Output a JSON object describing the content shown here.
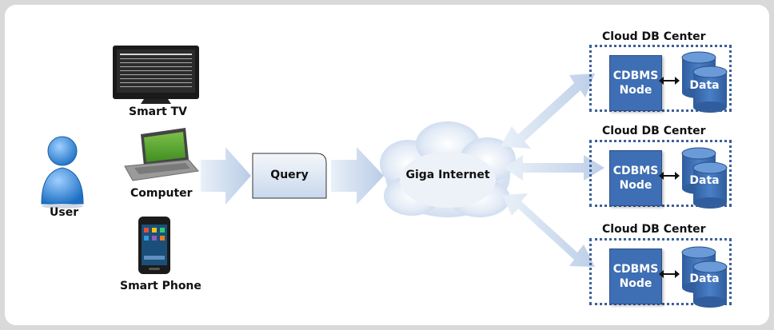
{
  "devices": {
    "smart_tv": "Smart TV",
    "computer": "Computer",
    "smart_phone": "Smart Phone"
  },
  "user_label": "User",
  "query_label": "Query",
  "internet_label": "Giga Internet",
  "db_centers": [
    {
      "title": "Cloud DB Center",
      "node_line1": "CDBMS",
      "node_line2": "Node",
      "data_label": "Data"
    },
    {
      "title": "Cloud DB Center",
      "node_line1": "CDBMS",
      "node_line2": "Node",
      "data_label": "Data"
    },
    {
      "title": "Cloud DB Center",
      "node_line1": "CDBMS",
      "node_line2": "Node",
      "data_label": "Data"
    }
  ],
  "colors": {
    "node_fill": "#3e6eb3",
    "arrow_fill": "#c7d6ea",
    "cloud_fill": "#dbe6f3",
    "box_border": "#3a5f9a"
  }
}
